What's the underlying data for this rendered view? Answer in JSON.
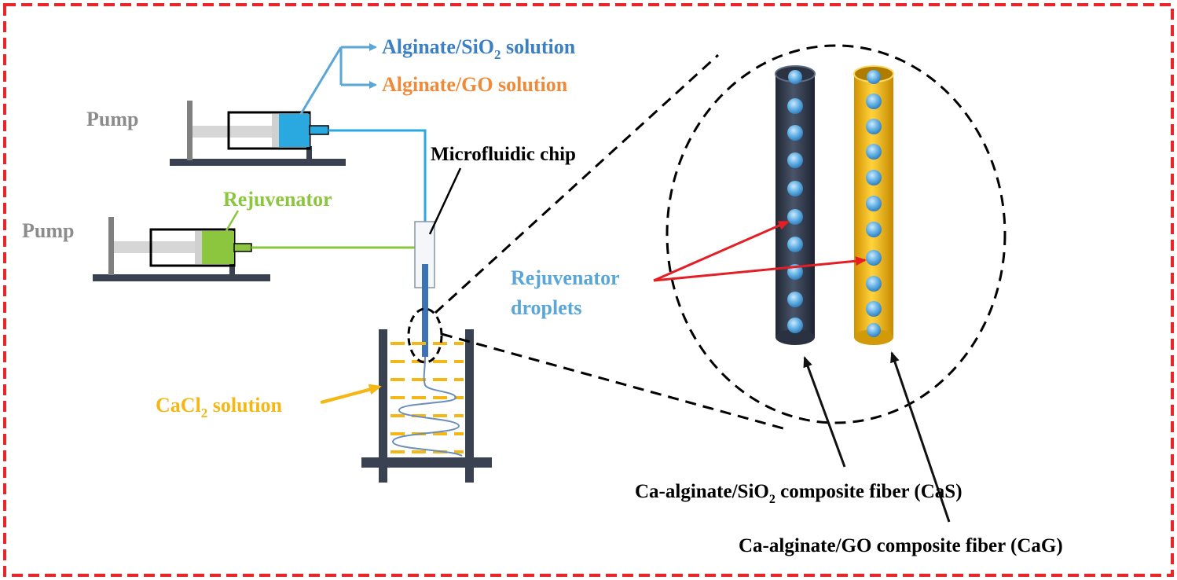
{
  "labels": {
    "pump_top": "Pump",
    "pump_bottom": "Pump",
    "alginate_sio2_main": "Alginate/SiO",
    "alginate_sio2_sub": "2",
    "alginate_sio2_tail": " solution",
    "alginate_go": "Alginate/GO solution",
    "microfluidic_chip": "Microfluidic chip",
    "rejuvenator": "Rejuvenator",
    "rejuvenator_droplets_line1": "Rejuvenator",
    "rejuvenator_droplets_line2": "droplets",
    "cacl2_main": "CaCl",
    "cacl2_sub": "2",
    "cacl2_tail": " solution",
    "cas_main": "Ca-alginate/SiO",
    "cas_sub": "2",
    "cas_tail": " composite fiber (CaS)",
    "cag": "Ca-alginate/GO composite fiber (CaG)"
  },
  "colors": {
    "frame": "#e8262a",
    "blue_label": "#3b7fc4",
    "orange_label": "#ef8a3a",
    "green": "#8cc63f",
    "yellow": "#f5b716",
    "droplet_blue": "#5aa6d6",
    "gray": "#8c8c8c",
    "dark_stand": "#3a4150",
    "dark_fiber": "#3b4557",
    "gold_fiber": "#f2b51a",
    "arrow_red": "#e31e24",
    "line_blue": "#29a9e0"
  }
}
